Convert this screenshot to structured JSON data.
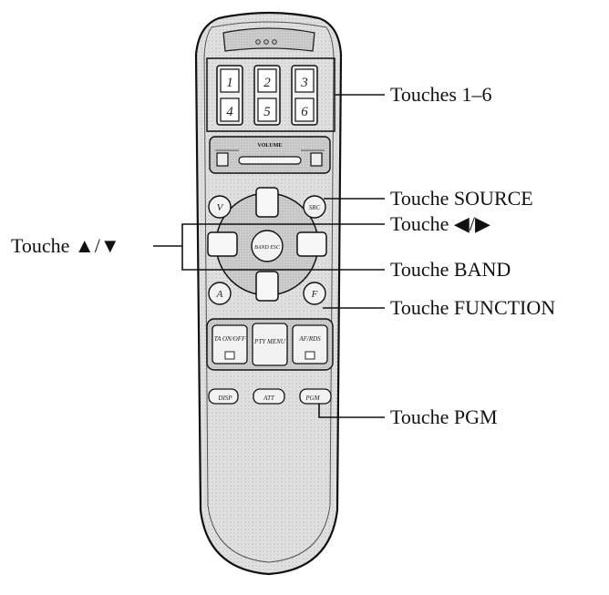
{
  "callouts": {
    "keys_1_6": "Touches 1–6",
    "source": "Touche SOURCE",
    "left_right": "Touche ◀/▶",
    "up_down": "Touche ▲/▼",
    "band": "Touche BAND",
    "function": "Touche FUNCTION",
    "pgm": "Touche PGM"
  },
  "remote": {
    "number_keys": [
      "1",
      "2",
      "3",
      "4",
      "5",
      "6"
    ],
    "volume_label": "VOLUME",
    "v_button": "V",
    "src_button": "SRC",
    "a_button": "A",
    "f_button": "F",
    "band_button": "BAND ESC",
    "ta_button": "TA ON/OFF",
    "pty_button": "PTY MENU",
    "afrds_button": "AF/RDS",
    "disp_button": "DISP",
    "att_button": "ATT",
    "pgm_button": "PGM"
  },
  "colors": {
    "ink": "#111111",
    "body_fill": "#dcdcdc",
    "body_texture": "#bdbdbd",
    "button_fill": "#f2f2f2"
  }
}
